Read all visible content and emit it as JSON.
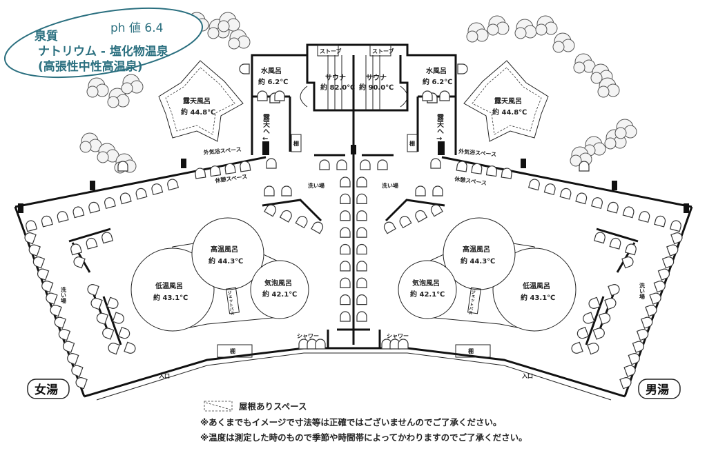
{
  "spring_info": {
    "title": "泉質",
    "ph": "ph 値 6.4",
    "type": "ナトリウム - 塩化物温泉",
    "class": "(高張性中性高温泉)",
    "color": "#2a6f7f"
  },
  "women": {
    "label": "女湯",
    "outdoor_bath": {
      "name": "露天風呂",
      "temp": "約 44.8℃"
    },
    "cold_bath": {
      "name": "水風呂",
      "temp": "約 6.2℃"
    },
    "sauna": {
      "name": "サウナ",
      "temp": "約 82.0℃",
      "stove": "ストーブ"
    },
    "to_outdoor": "露天へ",
    "arrow": "←",
    "shelf": "棚",
    "outdoor_air_space": "外気浴スペース",
    "rest_space": "休憩スペース",
    "wash_area": "洗い場",
    "side_wash_area": "洗い場",
    "high_temp_bath": {
      "name": "高温風呂",
      "temp": "約 44.3℃"
    },
    "low_temp_bath": {
      "name": "低温風呂",
      "temp": "約 43.1℃"
    },
    "bubble_bath": {
      "name": "気泡風呂",
      "temp": "約 42.1℃"
    },
    "jet_label": "ジェットバス",
    "shower": "シャワー",
    "entrance": "入口",
    "bottom_shelf": "棚"
  },
  "men": {
    "label": "男湯",
    "outdoor_bath": {
      "name": "露天風呂",
      "temp": "約 44.8℃"
    },
    "cold_bath": {
      "name": "水風呂",
      "temp": "約 6.2℃"
    },
    "sauna": {
      "name": "サウナ",
      "temp": "約 90.0℃",
      "stove": "ストーブ"
    },
    "to_outdoor": "露天へ",
    "arrow": "→",
    "shelf": "棚",
    "outdoor_air_space": "外気浴スペース",
    "rest_space": "休憩スペース",
    "wash_area": "洗い場",
    "side_wash_area": "洗い場",
    "high_temp_bath": {
      "name": "高温風呂",
      "temp": "約 44.3℃"
    },
    "low_temp_bath": {
      "name": "低温風呂",
      "temp": "約 43.1℃"
    },
    "bubble_bath": {
      "name": "気泡風呂",
      "temp": "約 42.1℃"
    },
    "jet_label": "ジェットバス",
    "shower": "シャワー",
    "entrance": "入口",
    "bottom_shelf": "棚"
  },
  "legend": {
    "roofed_space": "屋根ありスペース"
  },
  "notes": [
    "※あくまでもイメージで寸法等は正確ではございませんのでご了承ください。",
    "※温度は測定した時のもので季節や時間帯によってかわりますのでご了承ください。"
  ]
}
